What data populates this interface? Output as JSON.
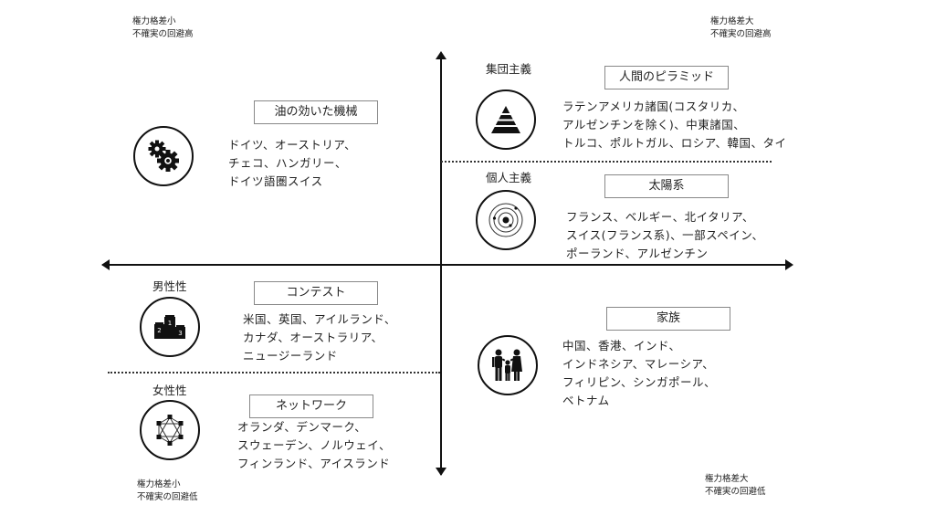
{
  "corners": {
    "top_left": {
      "line1": "権力格差小",
      "line2": "不確実の回避高"
    },
    "top_right": {
      "line1": "権力格差大",
      "line2": "不確実の回避高"
    },
    "bottom_left": {
      "line1": "権力格差小",
      "line2": "不確実の回避低"
    },
    "bottom_right": {
      "line1": "権力格差大",
      "line2": "不確実の回避低"
    }
  },
  "dimensions": {
    "collectivism": "集団主義",
    "individualism": "個人主義",
    "masculinity": "男性性",
    "femininity": "女性性"
  },
  "quadrants": [
    {
      "id": "well-oiled-machine",
      "title": "油の効いた機械",
      "icon": "gears-icon",
      "countries": [
        "ドイツ、オーストリア、",
        "チェコ、ハンガリー、",
        "ドイツ語圏スイス"
      ]
    },
    {
      "id": "pyramid",
      "title": "人間のピラミッド",
      "icon": "pyramid-icon",
      "countries": [
        "ラテンアメリカ諸国(コスタリカ、",
        "アルゼンチンを除く)、中東諸国、",
        "トルコ、ポルトガル、ロシア、韓国、タイ"
      ]
    },
    {
      "id": "solar-system",
      "title": "太陽系",
      "icon": "solar-system-icon",
      "countries": [
        "フランス、ベルギー、北イタリア、",
        "スイス(フランス系)、一部スペイン、",
        "ポーランド、アルゼンチン"
      ]
    },
    {
      "id": "contest",
      "title": "コンテスト",
      "icon": "podium-icon",
      "countries": [
        "米国、英国、アイルランド、",
        "カナダ、オーストラリア、",
        "ニュージーランド"
      ]
    },
    {
      "id": "network",
      "title": "ネットワーク",
      "icon": "network-icon",
      "countries": [
        "オランダ、デンマーク、",
        "スウェーデン、ノルウェイ、",
        "フィンランド、アイスランド"
      ]
    },
    {
      "id": "family",
      "title": "家族",
      "icon": "family-icon",
      "countries": [
        "中国、香港、インド、",
        "インドネシア、マレーシア、",
        "フィリピン、シンガポール、",
        "ベトナム"
      ]
    }
  ],
  "podium_numbers": [
    "1",
    "2",
    "3"
  ]
}
